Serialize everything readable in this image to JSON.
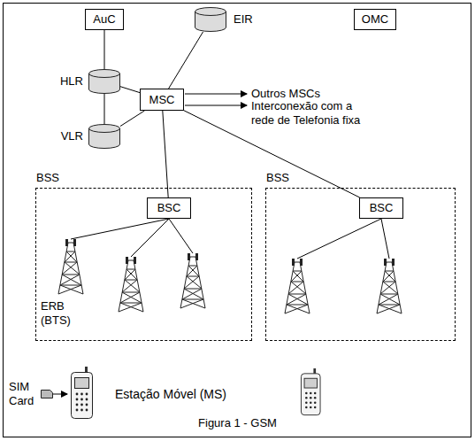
{
  "diagram": {
    "caption": "Figura 1 - GSM",
    "nodes": [
      {
        "text": [
          "AuC"
        ]
      },
      {
        "text": [
          "EIR"
        ]
      },
      {
        "text": [
          "OMC"
        ]
      },
      {
        "text": [
          "HLR"
        ]
      },
      {
        "text": [
          "MSC"
        ]
      },
      {
        "text": [
          "VLR"
        ]
      },
      {
        "text": [
          "BSS"
        ]
      },
      {
        "text": [
          "BSC"
        ],
        "in": 6
      },
      {
        "text": [
          "BSS"
        ]
      },
      {
        "text": [
          "BSC"
        ],
        "in": 8
      }
    ],
    "edges": [
      {
        "from": 0,
        "to": 3,
        "arrow": "none"
      },
      {
        "from": 3,
        "to": 5,
        "arrow": "none"
      },
      {
        "from": 3,
        "to": 4,
        "arrow": "none"
      },
      {
        "from": 5,
        "to": 4,
        "arrow": "none"
      },
      {
        "from": 1,
        "to": 4,
        "arrow": "none"
      },
      {
        "from": 4,
        "to": 7,
        "arrow": "none"
      },
      {
        "from": 4,
        "to": 9,
        "arrow": "none"
      }
    ],
    "labels": [
      "Outros MSCs",
      "Interconexão com a rede de Telefonia fixa",
      "ERB (BTS)",
      "SIM Card",
      "Estação Móvel (MS)"
    ]
  }
}
